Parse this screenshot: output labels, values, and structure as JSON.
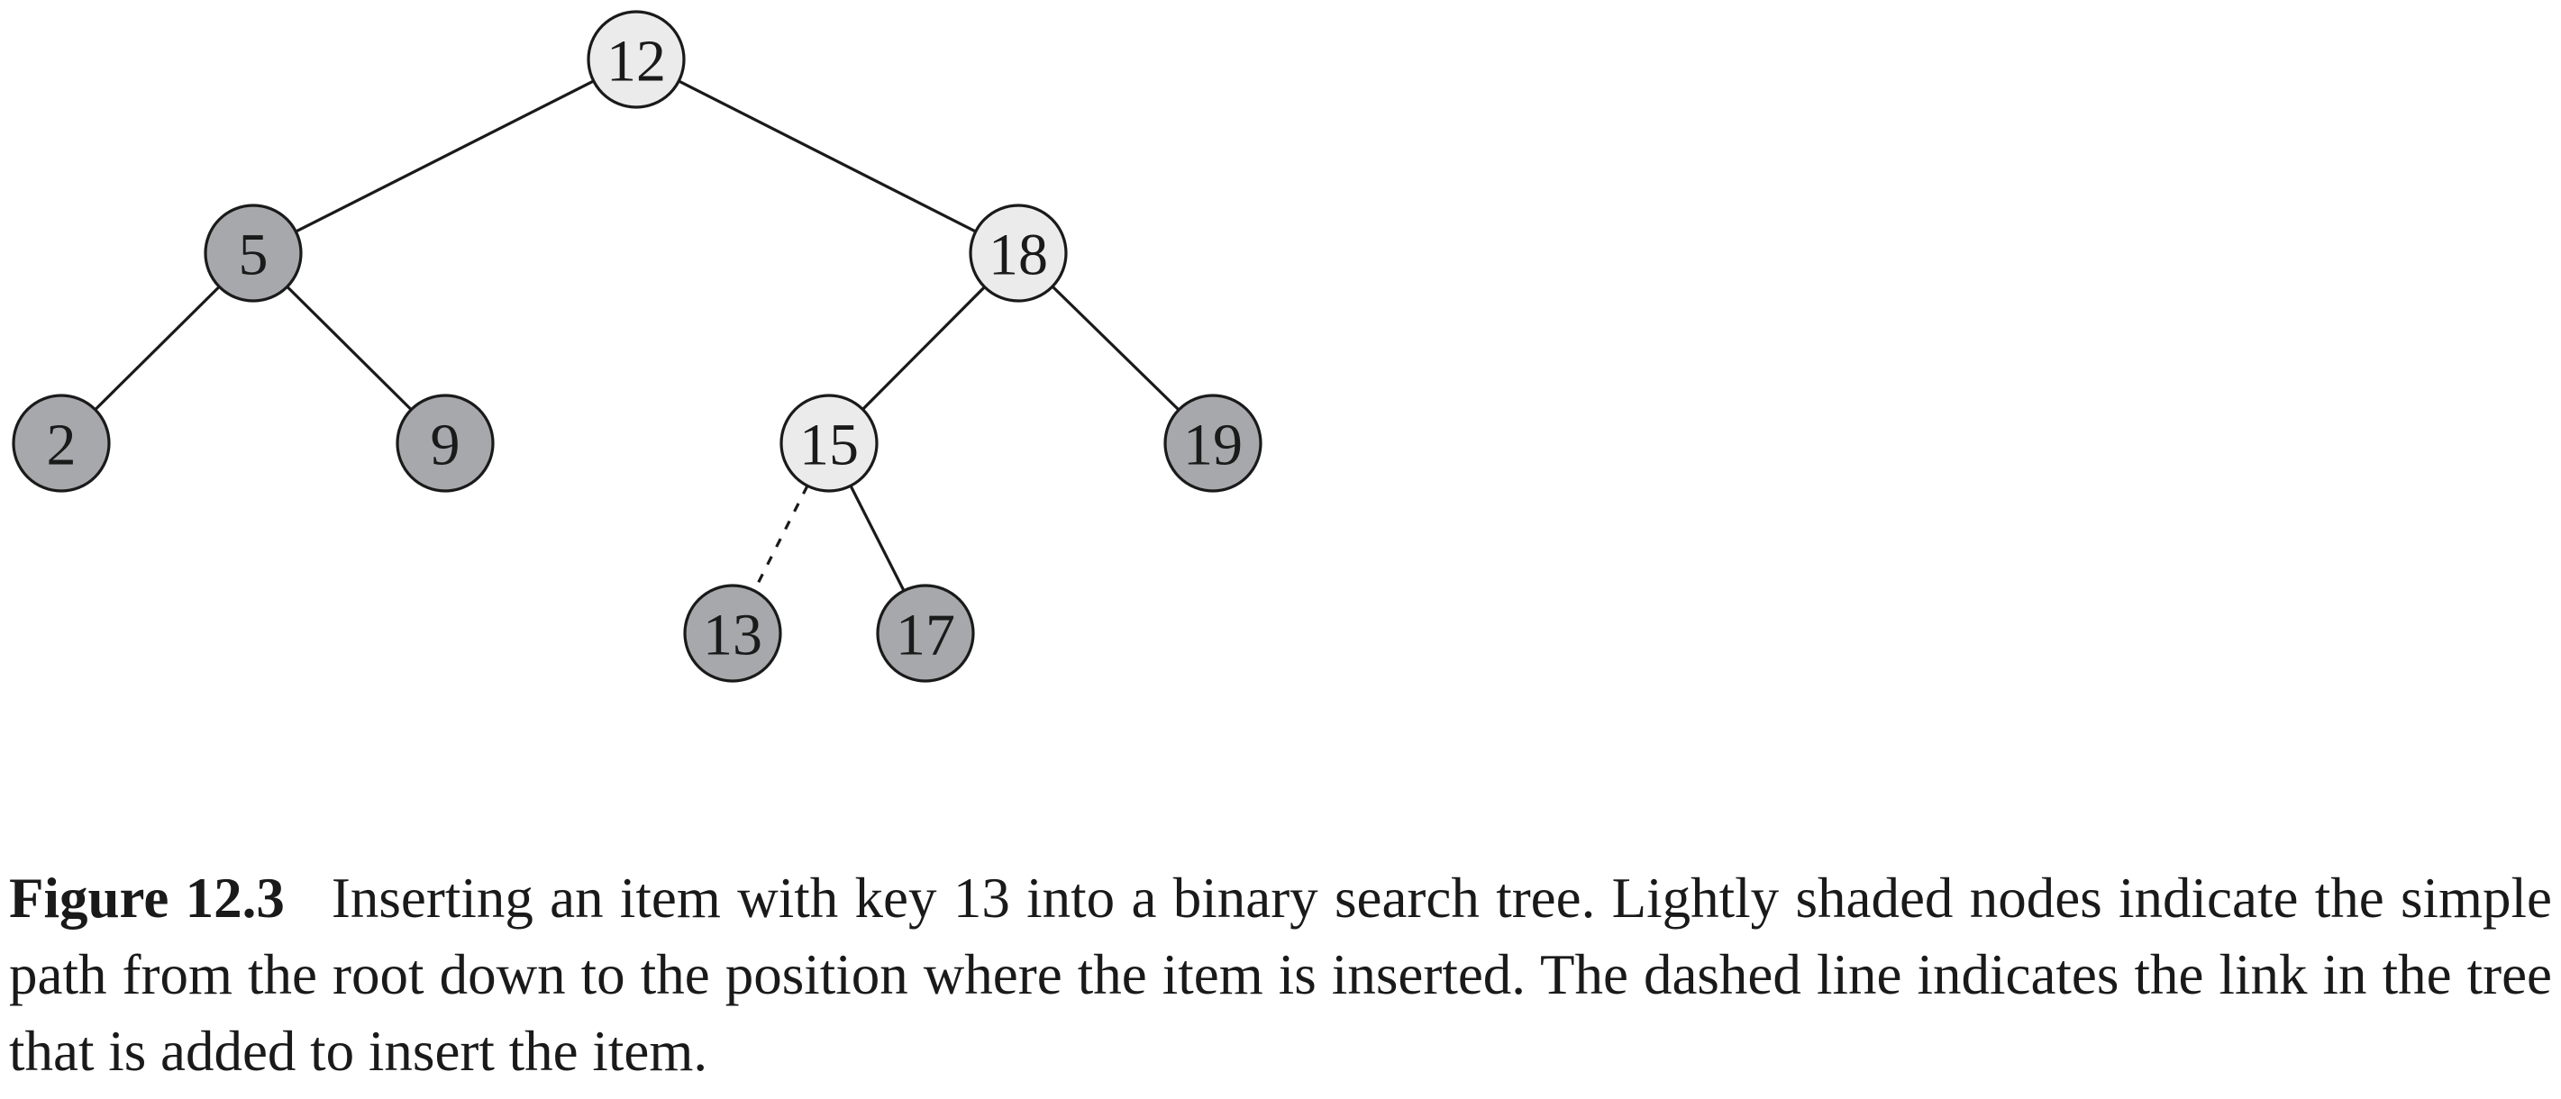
{
  "tree": {
    "nodes": [
      {
        "id": "n12",
        "key": "12",
        "shade": "light"
      },
      {
        "id": "n5",
        "key": "5",
        "shade": "dark"
      },
      {
        "id": "n18",
        "key": "18",
        "shade": "light"
      },
      {
        "id": "n2",
        "key": "2",
        "shade": "dark"
      },
      {
        "id": "n9",
        "key": "9",
        "shade": "dark"
      },
      {
        "id": "n15",
        "key": "15",
        "shade": "light"
      },
      {
        "id": "n19",
        "key": "19",
        "shade": "dark"
      },
      {
        "id": "n13",
        "key": "13",
        "shade": "dark"
      },
      {
        "id": "n17",
        "key": "17",
        "shade": "dark"
      }
    ],
    "edges": [
      {
        "from": "n12",
        "to": "n5",
        "style": "solid"
      },
      {
        "from": "n12",
        "to": "n18",
        "style": "solid"
      },
      {
        "from": "n5",
        "to": "n2",
        "style": "solid"
      },
      {
        "from": "n5",
        "to": "n9",
        "style": "solid"
      },
      {
        "from": "n18",
        "to": "n15",
        "style": "solid"
      },
      {
        "from": "n18",
        "to": "n19",
        "style": "solid"
      },
      {
        "from": "n15",
        "to": "n13",
        "style": "dashed"
      },
      {
        "from": "n15",
        "to": "n17",
        "style": "solid"
      }
    ],
    "colors": {
      "light": "#ebebeb",
      "dark": "#a7a8ab"
    }
  },
  "caption": {
    "label": "Figure 12.3",
    "text": "Inserting an item with key 13 into a binary search tree. Lightly shaded nodes indicate the simple path from the root down to the position where the item is inserted.  The dashed line indicates the link in the tree that is added to insert the item."
  }
}
